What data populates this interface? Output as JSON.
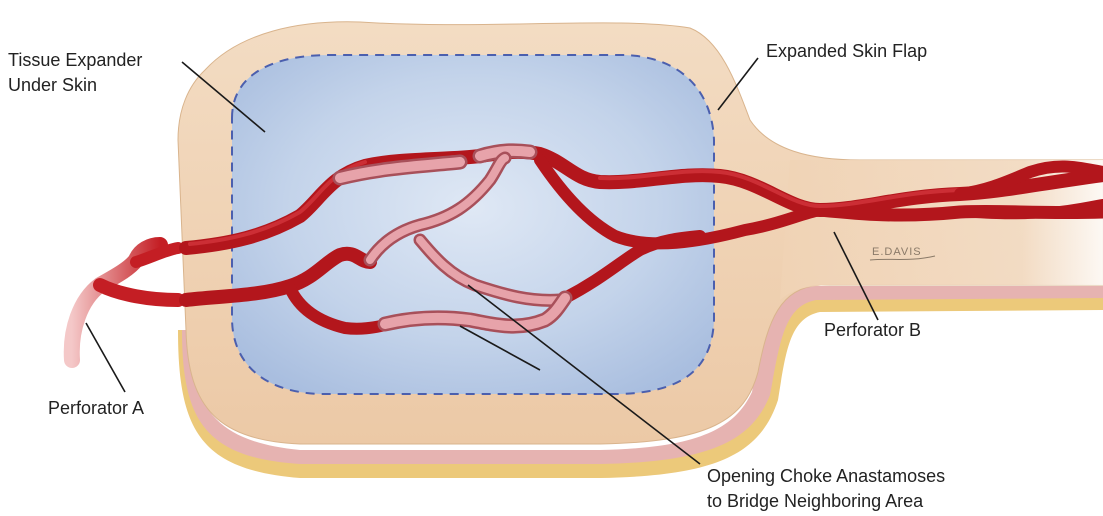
{
  "labels": {
    "tissue_expander_line1": "Tissue Expander",
    "tissue_expander_line2": "Under Skin",
    "expanded_skin_flap": "Expanded Skin Flap",
    "perforator_a": "Perforator A",
    "perforator_b": "Perforator B",
    "choke_line1": "Opening Choke Anastamoses",
    "choke_line2": "to Bridge Neighboring Area",
    "signature": "E.DAVIS"
  },
  "colors": {
    "skin": "#f1d5b8",
    "fat_layer": "#ecc97a",
    "dermis_pink": "#e8b9b4",
    "expander_blue": "#b9cbe6",
    "dashed_outline": "#4b5fae",
    "artery": "#c41e24",
    "choke_vessel": "#e7a3aa"
  }
}
